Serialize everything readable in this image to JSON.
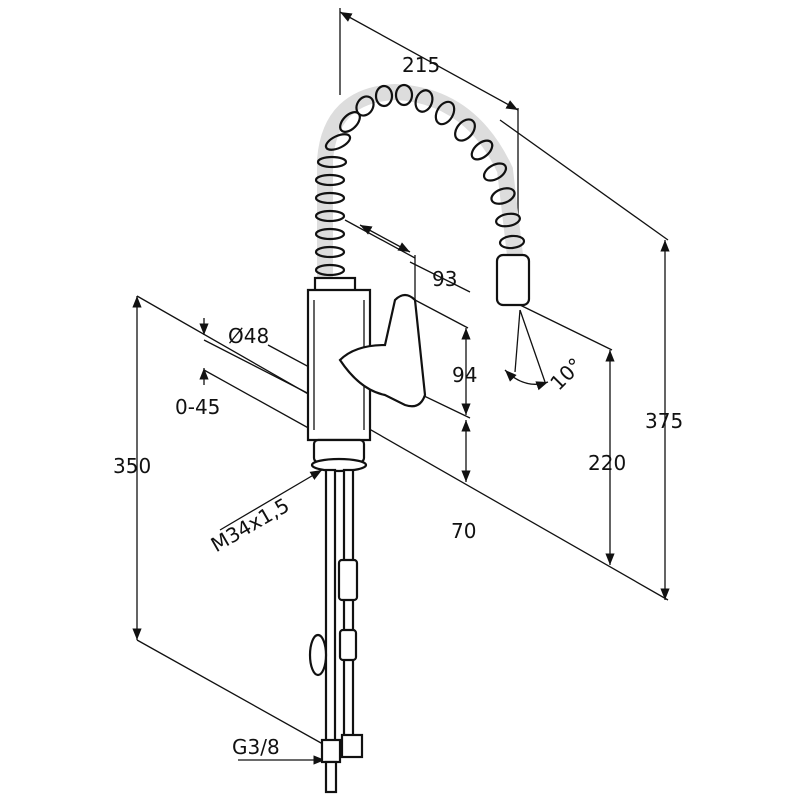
{
  "drawing": {
    "title": "Kitchen faucet with spring spout - dimension drawing",
    "dimensions": {
      "spout_reach": "215",
      "spout_offset": "93",
      "body_diameter": "Ø48",
      "handle_height": "94",
      "mount_thickness": "0-45",
      "spout_angle": "10°",
      "total_height": "375",
      "spout_outlet_height": "220",
      "hose_length": "350",
      "thread": "M34x1,5",
      "base_height": "70",
      "connection": "G3/8"
    },
    "colors": {
      "line": "#111111",
      "background": "#ffffff"
    }
  }
}
